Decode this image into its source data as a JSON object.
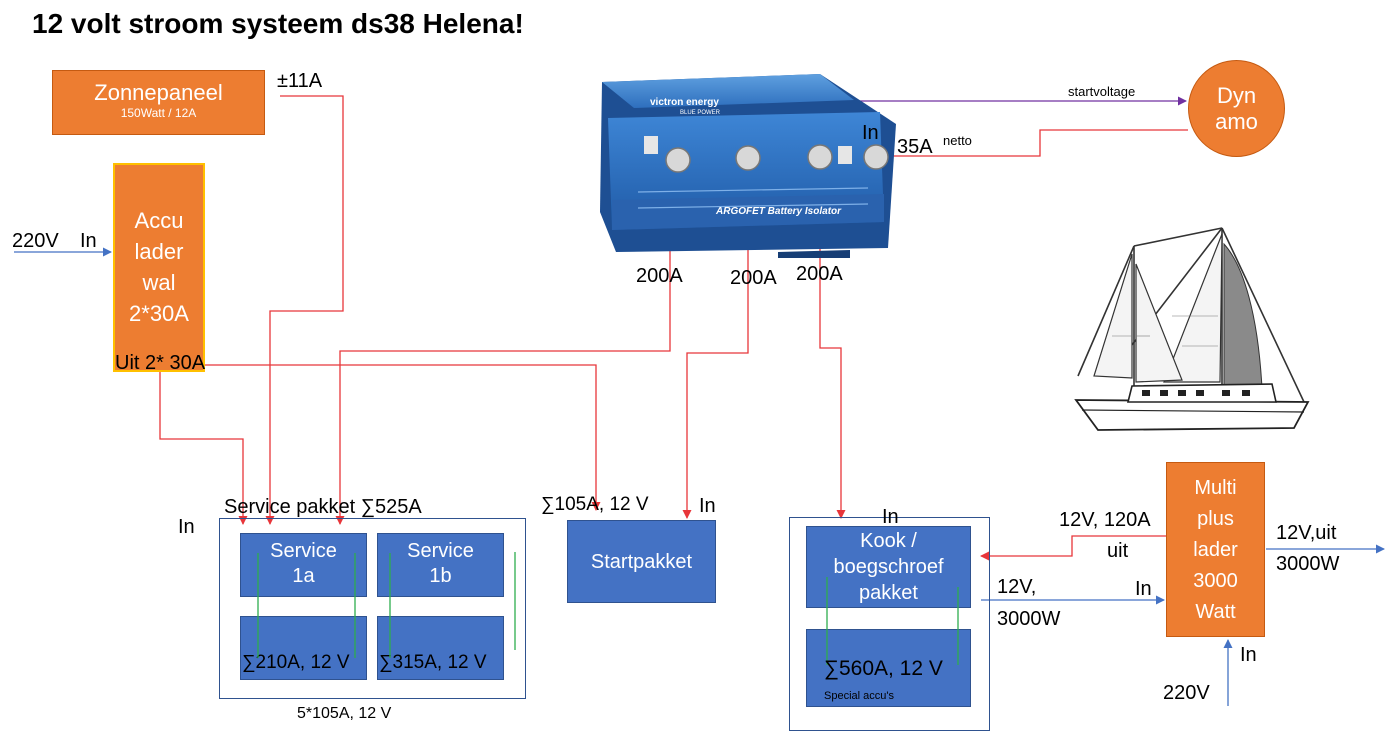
{
  "title": "12 volt stroom systeem ds38 Helena!",
  "colors": {
    "orange": "#ED7D31",
    "blue": "#4472C4",
    "wire_red": "#E8363A",
    "wire_blue": "#4472C4",
    "wire_purple": "#7030A0",
    "link_green": "#2EAD4E"
  },
  "solar": {
    "name": "Zonnepaneel",
    "spec": "150Watt / 12A",
    "current": "±11A"
  },
  "shore_charger": {
    "name_lines": [
      "Accu",
      "lader",
      "wal",
      "2*30A"
    ],
    "input_voltage": "220V",
    "input_label": "In",
    "output_label": "Uit 2* 30A"
  },
  "isolator": {
    "brand": "victron energy",
    "brand_sub": "BLUE POWER",
    "model": "ARGOFET Battery Isolator",
    "input_label": "In",
    "outputs": [
      "200A",
      "200A",
      "200A"
    ]
  },
  "alternator": {
    "name_lines": [
      "Dyn",
      "amo"
    ],
    "signal_label": "startvoltage",
    "current": "35A",
    "current_note": "netto"
  },
  "service": {
    "header": "Service pakket ∑525A",
    "in_label": "In",
    "bank_a": {
      "name_lines": [
        "Service",
        "1a"
      ],
      "capacity": "∑210A, 12 V"
    },
    "bank_b": {
      "name_lines": [
        "Service",
        "1b"
      ],
      "capacity": "∑315A, 12 V"
    },
    "footer": "5*105A, 12 V"
  },
  "start": {
    "header": "∑105A, 12 V",
    "in_label": "In",
    "name": "Startpakket"
  },
  "kitchen": {
    "in_label": "In",
    "name_lines": [
      "Kook /",
      "boegschroef",
      "pakket"
    ],
    "capacity": "∑560A, 12 V",
    "note": "Special accu's"
  },
  "multiplus": {
    "name_lines": [
      "Multi",
      "plus",
      "lader",
      "3000",
      "Watt"
    ],
    "charge_out": "12V, 120A",
    "charge_out_2": "uit",
    "dc_in_lines": [
      "12V,",
      "3000W"
    ],
    "dc_in_label": "In",
    "ac_out_lines": [
      "12V,uit",
      "3000W"
    ],
    "ac_in_label": "In",
    "ac_in_voltage": "220V"
  },
  "icons": {
    "boat": "sailboat-icon"
  }
}
